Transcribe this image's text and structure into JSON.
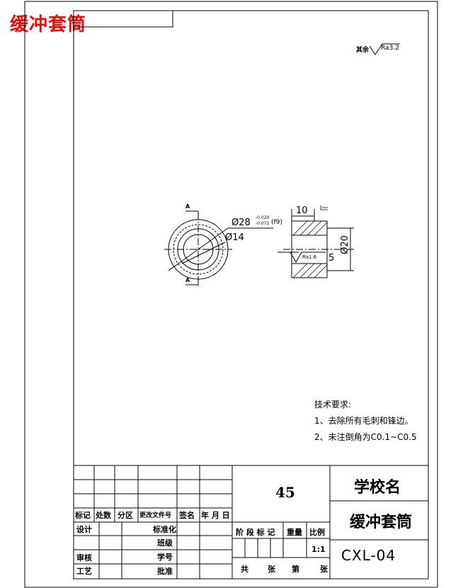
{
  "drawing": {
    "stamp_title": "缓冲套筒",
    "roughness_note": "其余",
    "roughness_value": "Ra3.2",
    "section_mark": "A",
    "dims": {
      "outer_dia": "Ø28",
      "outer_tol_upper": "-0.020",
      "outer_tol_lower": "-0.072",
      "outer_fit": "(f9)",
      "inner_dia": "Ø14",
      "length": "10",
      "bore_dia": "Ø20",
      "depth": "5",
      "surface_ra": "Ra1.6"
    },
    "tech_req_title": "技术要求:",
    "tech_req_items": [
      "1、去除所有毛刺和锋边。",
      "2、未注倒角为C0.1~C0.5"
    ]
  },
  "title_block": {
    "material": "45",
    "school": "学校名",
    "part_name": "缓冲套筒",
    "drawing_no": "CXL-04",
    "scale": "1:1",
    "rev_headers": [
      "标记",
      "处数",
      "分区",
      "更改文件号",
      "签名",
      "年 月 日"
    ],
    "role_labels": [
      "设计",
      "审核",
      "工艺"
    ],
    "right_labels": [
      "标准化",
      "班级",
      "学号",
      "批准"
    ],
    "stage_headers": [
      "阶 段 标 记",
      "重量",
      "比例"
    ],
    "sheet_labels": [
      "共",
      "张",
      "第",
      "张"
    ]
  }
}
